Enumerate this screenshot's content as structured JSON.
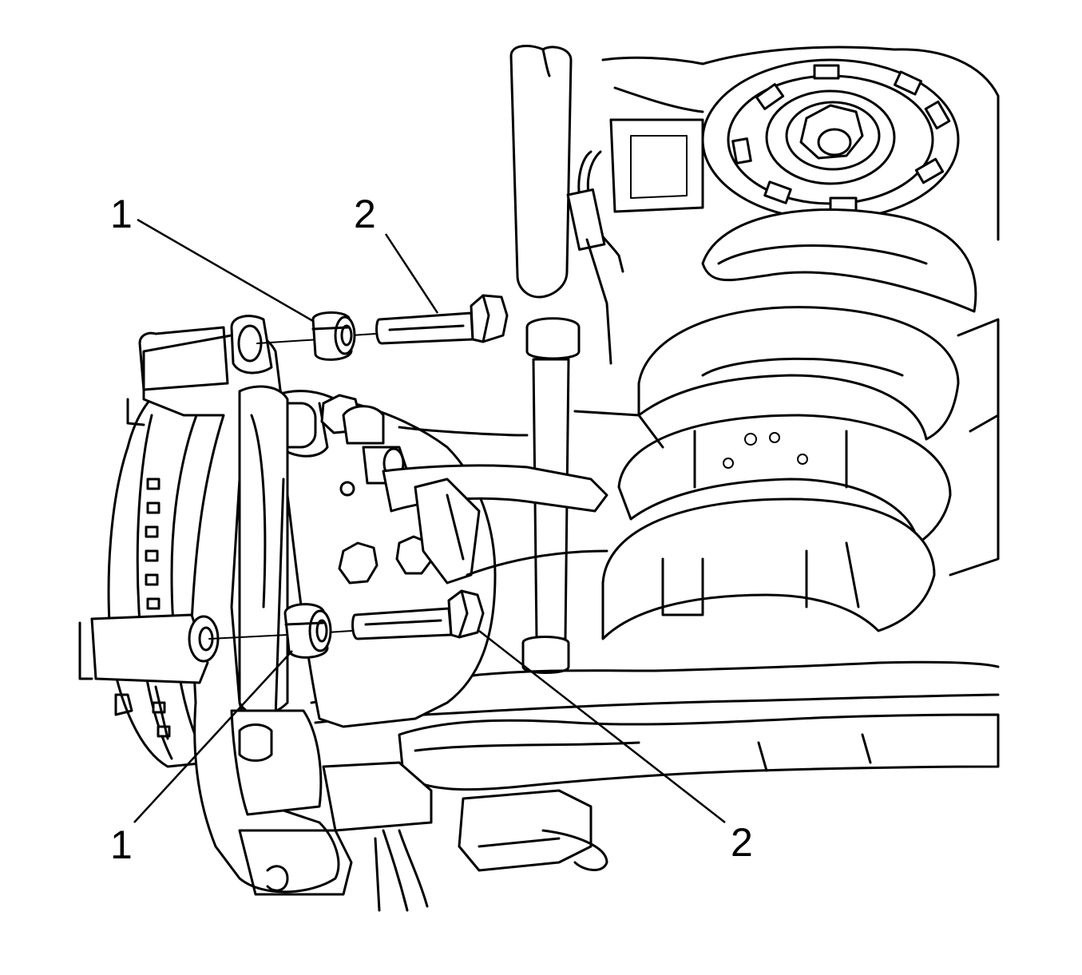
{
  "callouts": {
    "upper_left_1": "1",
    "upper_left_2": "2",
    "lower_left_1": "1",
    "lower_right_2": "2"
  },
  "colors": {
    "line": "#000000",
    "background": "#ffffff"
  }
}
